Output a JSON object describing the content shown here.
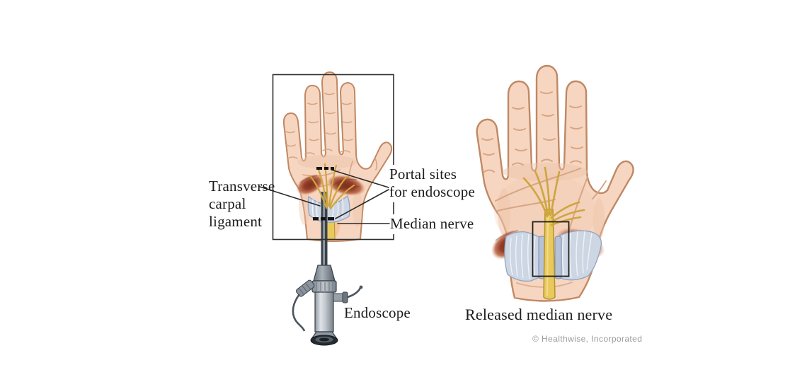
{
  "labels": {
    "transverse_carpal_ligament": "Transverse\ncarpal\nligament",
    "portal_sites": "Portal sites\nfor endoscope",
    "median_nerve": "Median nerve",
    "endoscope": "Endoscope",
    "released_median_nerve": "Released median nerve"
  },
  "footer": {
    "copyright": "© Healthwise, Incorporated"
  },
  "colors": {
    "background": "#ffffff",
    "skin": "#f6d6c0",
    "skin_outline": "#c08864",
    "skin_shading": "#eec3a8",
    "crease": "#d8a584",
    "nerve": "#e9c95c",
    "nerve_outline": "#b3922f",
    "nerve_branch": "#cda63e",
    "muscle": "#8e3c2a",
    "ligament": "#cdd6e3",
    "ligament_outline": "#93a3c2",
    "frame_line": "#2e2e2e",
    "inner_frame_line": "#1e1e1e",
    "label_text": "#1c1c1c",
    "copyright_text": "#9b9b9b",
    "endoscope_dark": "#39424a",
    "endoscope_light": "#c9ced4",
    "portal_dash": "#141414"
  }
}
